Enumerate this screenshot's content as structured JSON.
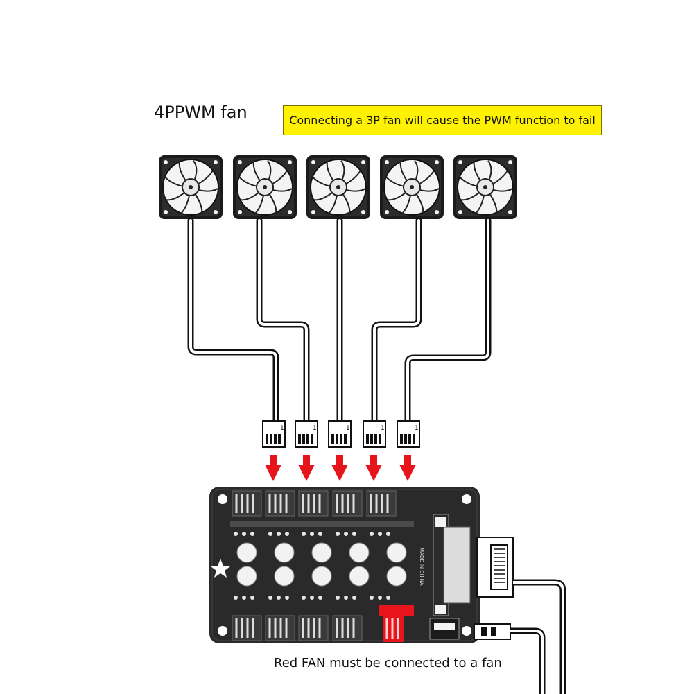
{
  "title": "4PPWM fan",
  "note": "Connecting a 3P fan will cause the PWM function to fail",
  "caption": "Red FAN must be connected to a fan",
  "pcb": {
    "pin_marker": "1",
    "board_label_lines": [
      "MADE IN CHINA"
    ]
  },
  "colors": {
    "note_bg": "#fff200",
    "arrow": "#e8141b",
    "red_fan_header": "#e8141b",
    "board": "#2a2a2a"
  },
  "icons": {
    "fan": "fan-icon",
    "arrow": "arrow-down-icon",
    "connector": "4pin-connector-icon",
    "power_connector": "sata-power-connector-icon"
  }
}
